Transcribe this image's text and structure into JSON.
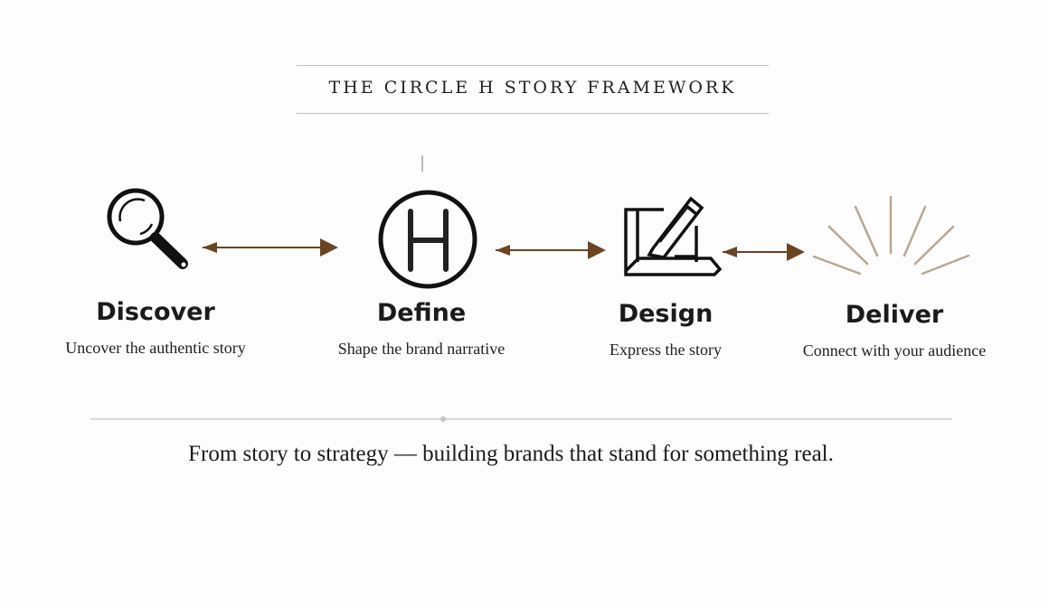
{
  "title": "THE CIRCLE H STORY FRAMEWORK",
  "steps": [
    {
      "name": "Discover",
      "description": "Uncover the authentic story",
      "icon": "magnifier-icon"
    },
    {
      "name": "Define",
      "description": "Shape the brand narrative",
      "icon": "circle-h-icon"
    },
    {
      "name": "Design",
      "description": "Express the story",
      "icon": "pencil-drawing-icon"
    },
    {
      "name": "Deliver",
      "description": "Connect with your audience",
      "icon": "radiating-rays-icon"
    }
  ],
  "icon_letter": "H",
  "tagline": "From story to strategy — building brands that stand for something real.",
  "colors": {
    "arrow": "#6b4420",
    "rays": "#b8a890",
    "text": "#1b1b1b",
    "rule": "#bdbdbd"
  }
}
